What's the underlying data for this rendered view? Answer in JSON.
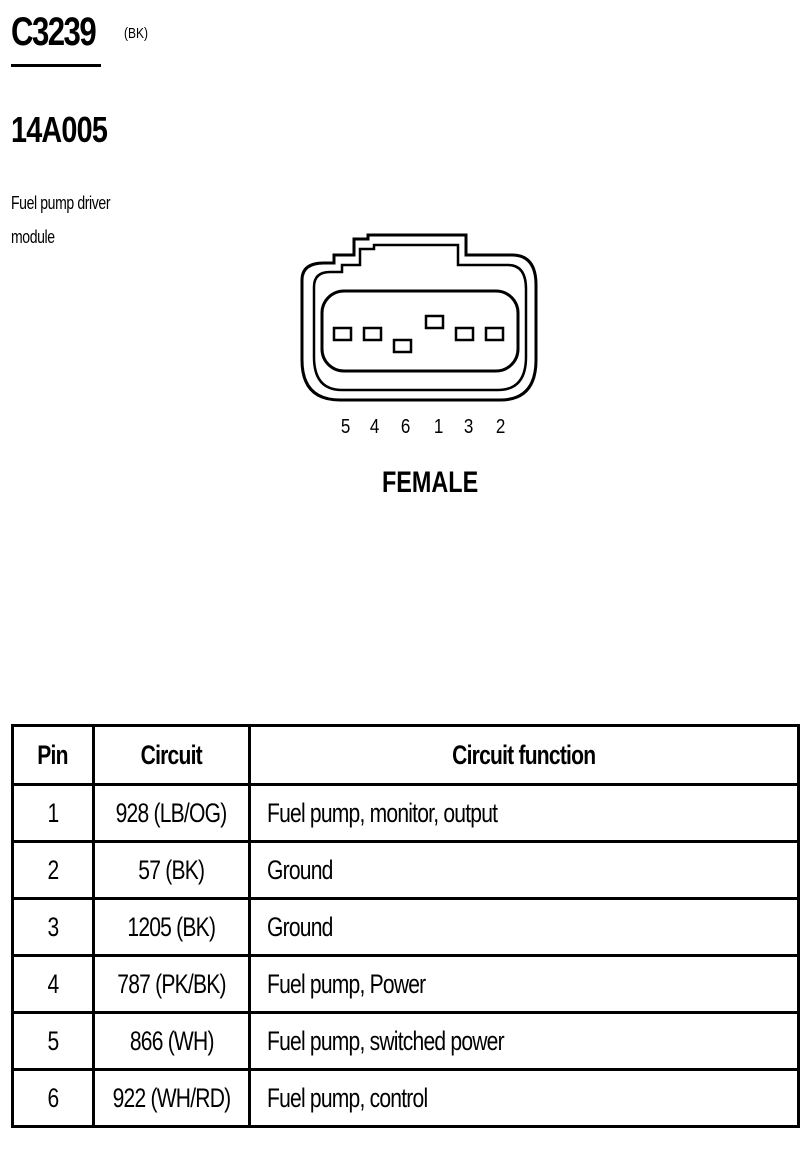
{
  "connector": {
    "id": "C3239",
    "color_code": "(BK)",
    "part_number": "14A005",
    "description": "Fuel pump driver module"
  },
  "diagram": {
    "pin_order": [
      "5",
      "4",
      "6",
      "1",
      "3",
      "2"
    ],
    "view": "FEMALE"
  },
  "table": {
    "headers": [
      "Pin",
      "Circuit",
      "Circuit function"
    ],
    "rows": [
      {
        "pin": "1",
        "circuit": "928 (LB/OG)",
        "function": "Fuel pump, monitor, output"
      },
      {
        "pin": "2",
        "circuit": "57 (BK)",
        "function": "Ground"
      },
      {
        "pin": "3",
        "circuit": "1205 (BK)",
        "function": "Ground"
      },
      {
        "pin": "4",
        "circuit": "787 (PK/BK)",
        "function": "Fuel pump, Power"
      },
      {
        "pin": "5",
        "circuit": "866 (WH)",
        "function": "Fuel pump, switched power"
      },
      {
        "pin": "6",
        "circuit": "922 (WH/RD)",
        "function": "Fuel pump, control"
      }
    ]
  }
}
